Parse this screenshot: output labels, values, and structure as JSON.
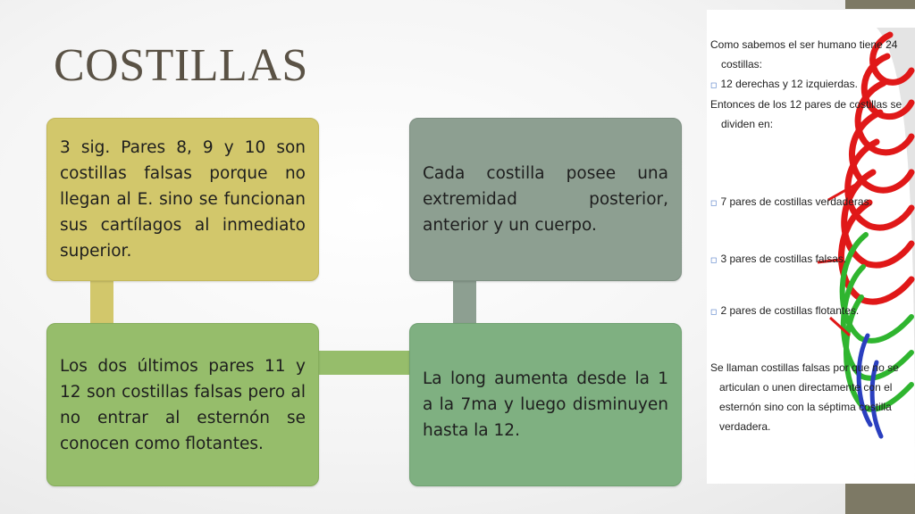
{
  "slide": {
    "title": "COSTILLAS"
  },
  "boxes": {
    "top_left": "3 sig. Pares 8, 9 y 10 son costillas falsas porque no llegan al E. sino se funcionan sus cartílagos al inmediato superior.",
    "top_right": "Cada costilla posee una extremidad posterior, anterior y un cuerpo.",
    "bottom_left": "Los dos últimos pares 11 y 12 son costillas falsas pero al no entrar al esternón se conocen como flotantes.",
    "bottom_right": "La long aumenta desde la 1 a la 7ma y luego disminuyen hasta la 12."
  },
  "image_panel": {
    "line1": "Como sabemos el ser humano tiene 24",
    "line2": "costillas:",
    "bullet1": "12 derechas y 12 izquierdas.",
    "line3": "Entonces de los 12 pares de costillas se",
    "line4": "dividen en:",
    "bullet2": "7 pares de costillas verdaderas.",
    "bullet3": "3 pares de costillas falsas.",
    "bullet4": "2 pares de costillas flotantes.",
    "line5": "Se llaman costillas falsas por que no se",
    "line6": "articulan o unen directamente con el",
    "line7": "esternón sino con la séptima costilla",
    "line8": "verdadera."
  },
  "colors": {
    "title": "#5a5245",
    "box_yellow": "#d2c76b",
    "box_gray": "#8d9f91",
    "box_green_light": "#96bd6b",
    "box_green": "#7fb081",
    "rib_true": "#e01818",
    "rib_false": "#2fb52f",
    "rib_floating": "#2a3fbf"
  }
}
